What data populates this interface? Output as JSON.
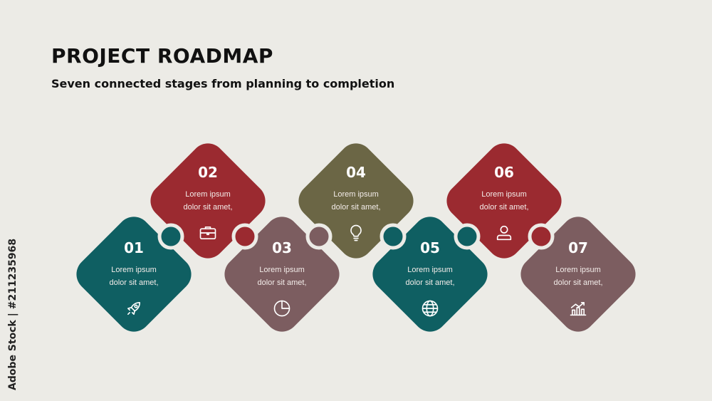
{
  "header": {
    "title": "PROJECT ROADMAP",
    "subtitle": "Seven connected stages from planning to completion"
  },
  "stages": [
    {
      "number": "01",
      "line1": "Lorem ipsum",
      "line2": "dolor sit amet,",
      "icon": "rocket-icon",
      "color": "#0f5f62"
    },
    {
      "number": "02",
      "line1": "Lorem ipsum",
      "line2": "dolor sit amet,",
      "icon": "briefcase-icon",
      "color": "#9b2a30"
    },
    {
      "number": "03",
      "line1": "Lorem ipsum",
      "line2": "dolor sit amet,",
      "icon": "pie-chart-icon",
      "color": "#7c5d60"
    },
    {
      "number": "04",
      "line1": "Lorem ipsum",
      "line2": "dolor sit amet,",
      "icon": "lightbulb-icon",
      "color": "#6b6645"
    },
    {
      "number": "05",
      "line1": "Lorem ipsum",
      "line2": "dolor sit amet,",
      "icon": "globe-icon",
      "color": "#0f5f62"
    },
    {
      "number": "06",
      "line1": "Lorem ipsum",
      "line2": "dolor sit amet,",
      "icon": "user-icon",
      "color": "#9b2a30"
    },
    {
      "number": "07",
      "line1": "Lorem ipsum",
      "line2": "dolor sit amet,",
      "icon": "bar-chart-icon",
      "color": "#7c5d60"
    }
  ],
  "connectors": [
    {
      "between": "01-02",
      "color": "#0f5f62"
    },
    {
      "between": "02-03",
      "color": "#9b2a30"
    },
    {
      "between": "03-04",
      "color": "#7c5d60"
    },
    {
      "between": "04-05",
      "color": "#0f5f62"
    },
    {
      "between": "05-06",
      "color": "#0f5f62"
    },
    {
      "between": "06-07",
      "color": "#9b2a30"
    }
  ],
  "watermark": "Adobe Stock | #211235968"
}
